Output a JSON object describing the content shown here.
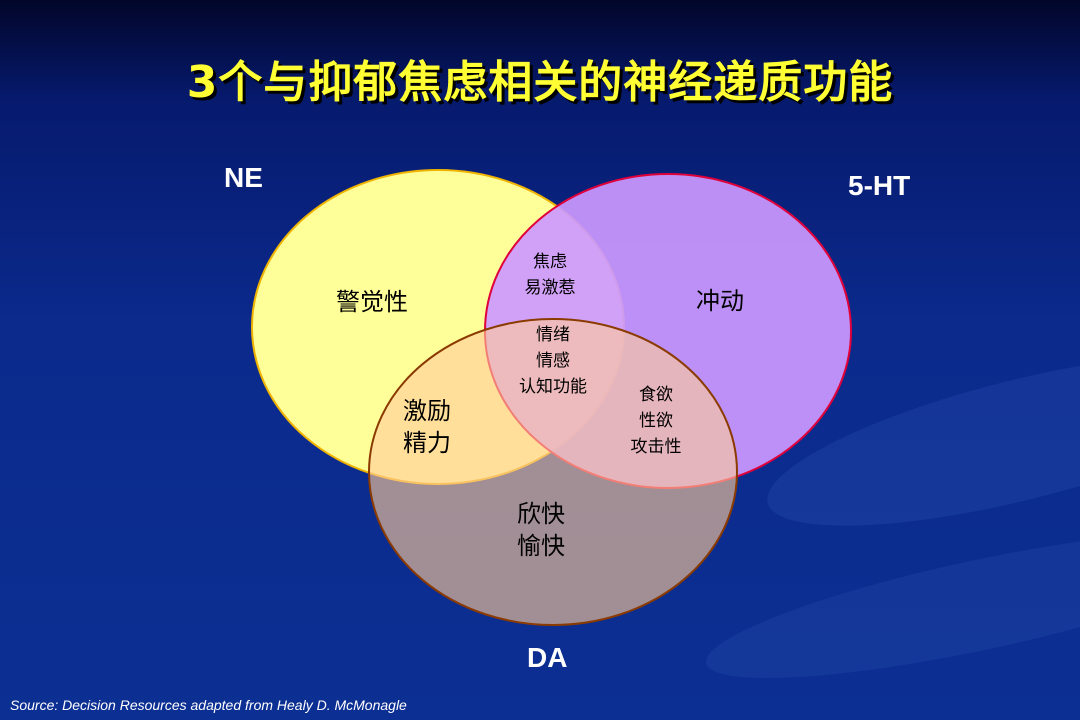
{
  "slide": {
    "title": "3个与抑郁焦虑相关的神经递质功能",
    "source": "Source: Decision Resources adapted from Healy D. McMonagle"
  },
  "venn": {
    "sets": {
      "ne": {
        "label": "NE",
        "fill": "#ffff99",
        "stroke": "#f0b400"
      },
      "ht": {
        "label": "5-HT",
        "fill": "#cc99ff",
        "stroke": "#e0003a"
      },
      "da": {
        "label": "DA",
        "fill": "#ffcc99",
        "stroke": "#8b3a00"
      }
    },
    "regions": {
      "ne_only": [
        "警觉性"
      ],
      "ht_only": [
        "冲动"
      ],
      "da_only": [
        "欣快",
        "愉快"
      ],
      "ne_ht": [
        "焦虑",
        "易激惹"
      ],
      "ne_da": [
        "激励",
        "精力"
      ],
      "ht_da": [
        "食欲",
        "性欲",
        "攻击性"
      ],
      "all": [
        "情绪",
        "情感",
        "认知功能"
      ]
    }
  }
}
